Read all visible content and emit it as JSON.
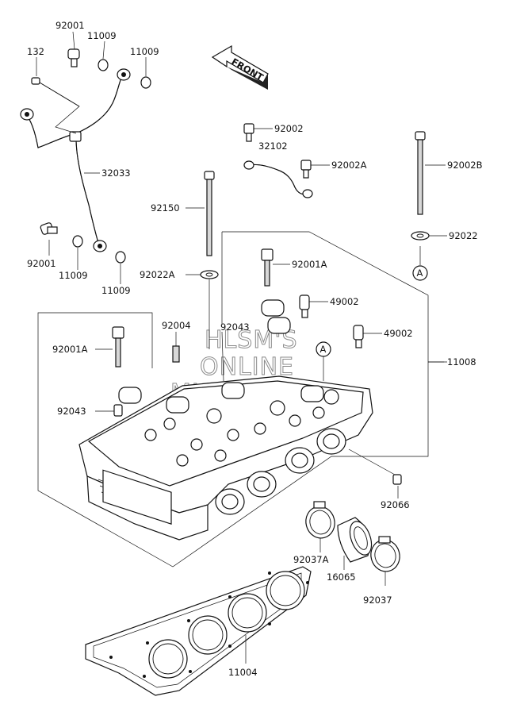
{
  "front_label": "FRONT",
  "watermark": [
    "HLSM'S",
    "ONLINE",
    "MICROFICHE"
  ],
  "callout_a": "A",
  "parts": {
    "p92001_top": "92001",
    "p11009_a": "11009",
    "p11009_b": "11009",
    "p132": "132",
    "p32033": "32033",
    "p92001_low": "92001",
    "p11009_c": "11009",
    "p11009_d": "11009",
    "p92002": "92002",
    "p32102": "32102",
    "p92002A": "92002A",
    "p92002B": "92002B",
    "p92022": "92022",
    "p92150": "92150",
    "p92022A": "92022A",
    "p92001A_top": "92001A",
    "p49002_a": "49002",
    "p92004": "92004",
    "p92043_top": "92043",
    "p49002_b": "49002",
    "p92001A_left": "92001A",
    "p11008": "11008",
    "p92043_left": "92043",
    "p92066": "92066",
    "p92037A": "92037A",
    "p16065": "16065",
    "p92037": "92037",
    "p11004": "11004"
  }
}
